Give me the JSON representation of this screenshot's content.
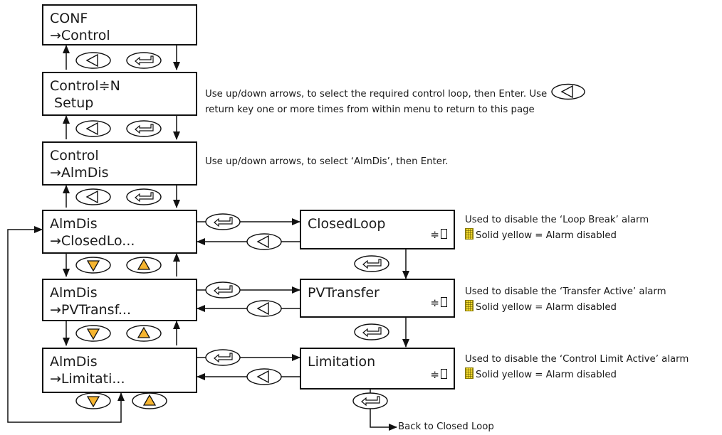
{
  "screens": {
    "conf": {
      "line1": "CONF",
      "line2": "→Control"
    },
    "control_n": {
      "line1": "Control≑N",
      "line2": " Setup"
    },
    "control": {
      "line1": "Control",
      "line2": "→AlmDis"
    },
    "almdis_cl": {
      "line1": "AlmDis",
      "line2": "→ClosedLo..."
    },
    "almdis_pv": {
      "line1": "AlmDis",
      "line2": "→PVTransf..."
    },
    "almdis_lim": {
      "line1": "AlmDis",
      "line2": "→Limitati..."
    },
    "closedloop": {
      "line1": "ClosedLoop",
      "indicator": "≑"
    },
    "pvtransfer": {
      "line1": "PVTransfer",
      "indicator": "≑"
    },
    "limitation": {
      "line1": "Limitation",
      "indicator": "≑"
    }
  },
  "notes": {
    "control_n_1": "Use up/down arrows, to select the required control loop, then Enter.  Use",
    "control_n_2": "return key one or more times from within menu to return to this page",
    "control": "Use up/down arrows, to select ‘AlmDis’, then Enter.",
    "closedloop": "Used to disable the ‘Loop Break’ alarm",
    "pvtransfer": "Used to disable the ‘Transfer Active’ alarm",
    "limitation": "Used to disable the ‘Control Limit Active’ alarm",
    "legend": "Solid yellow = Alarm disabled"
  },
  "back_label": "Back to Closed Loop",
  "colors": {
    "key_fill": "#f6b530",
    "legend_yellow": "#f3d92b",
    "stroke": "#111111"
  },
  "icons": [
    "back-key-icon",
    "enter-key-icon",
    "down-key-icon",
    "up-key-icon"
  ]
}
